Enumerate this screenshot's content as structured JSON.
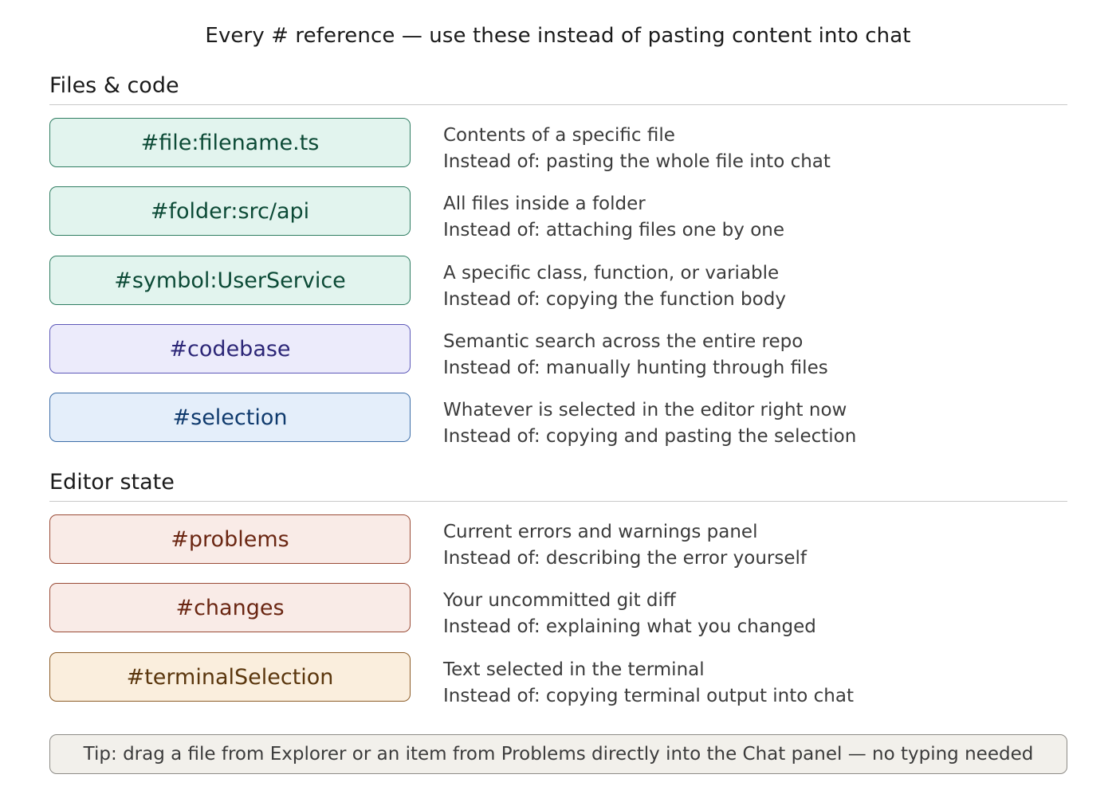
{
  "title": "Every # reference — use these instead of pasting content into chat",
  "sections": [
    {
      "heading": "Files & code",
      "items": [
        {
          "tag": "#file:filename.ts",
          "what": "Contents of a specific file",
          "instead": "Instead of: pasting the whole file into chat",
          "color": "#e2f4ee"
        },
        {
          "tag": "#folder:src/api",
          "what": "All files inside a folder",
          "instead": "Instead of: attaching files one by one",
          "color": "#e2f4ee"
        },
        {
          "tag": "#symbol:UserService",
          "what": "A specific class, function, or variable",
          "instead": "Instead of: copying the function body",
          "color": "#e2f4ee"
        },
        {
          "tag": "#codebase",
          "what": "Semantic search across the entire repo",
          "instead": "Instead of: manually hunting through files",
          "color": "#ecebfb"
        },
        {
          "tag": "#selection",
          "what": "Whatever is selected in the editor right now",
          "instead": "Instead of: copying and pasting the selection",
          "color": "#e4eefa"
        }
      ]
    },
    {
      "heading": "Editor state",
      "items": [
        {
          "tag": "#problems",
          "what": "Current errors and warnings panel",
          "instead": "Instead of: describing the error yourself",
          "color": "#f9ebe7"
        },
        {
          "tag": "#changes",
          "what": "Your uncommitted git diff",
          "instead": "Instead of: explaining what you changed",
          "color": "#f9ebe7"
        },
        {
          "tag": "#terminalSelection",
          "what": "Text selected in the terminal",
          "instead": "Instead of: copying terminal output into chat",
          "color": "#faeedd"
        }
      ]
    }
  ],
  "tip": "Tip: drag a file from Explorer or an item from Problems directly into the Chat panel — no typing needed"
}
